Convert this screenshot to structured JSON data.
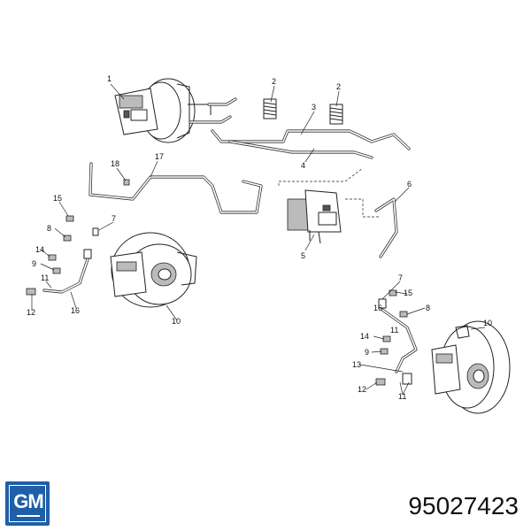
{
  "brand": {
    "logo_text": "GM",
    "logo_color": "#1f5fa8"
  },
  "part_number": "95027423",
  "diagram": {
    "callouts": [
      "1",
      "2",
      "2",
      "3",
      "4",
      "5",
      "6",
      "7",
      "8",
      "9",
      "10",
      "11",
      "12",
      "13",
      "14",
      "15",
      "16",
      "17",
      "18",
      "7",
      "8",
      "9",
      "10",
      "11",
      "11",
      "12",
      "14",
      "15",
      "16"
    ]
  }
}
